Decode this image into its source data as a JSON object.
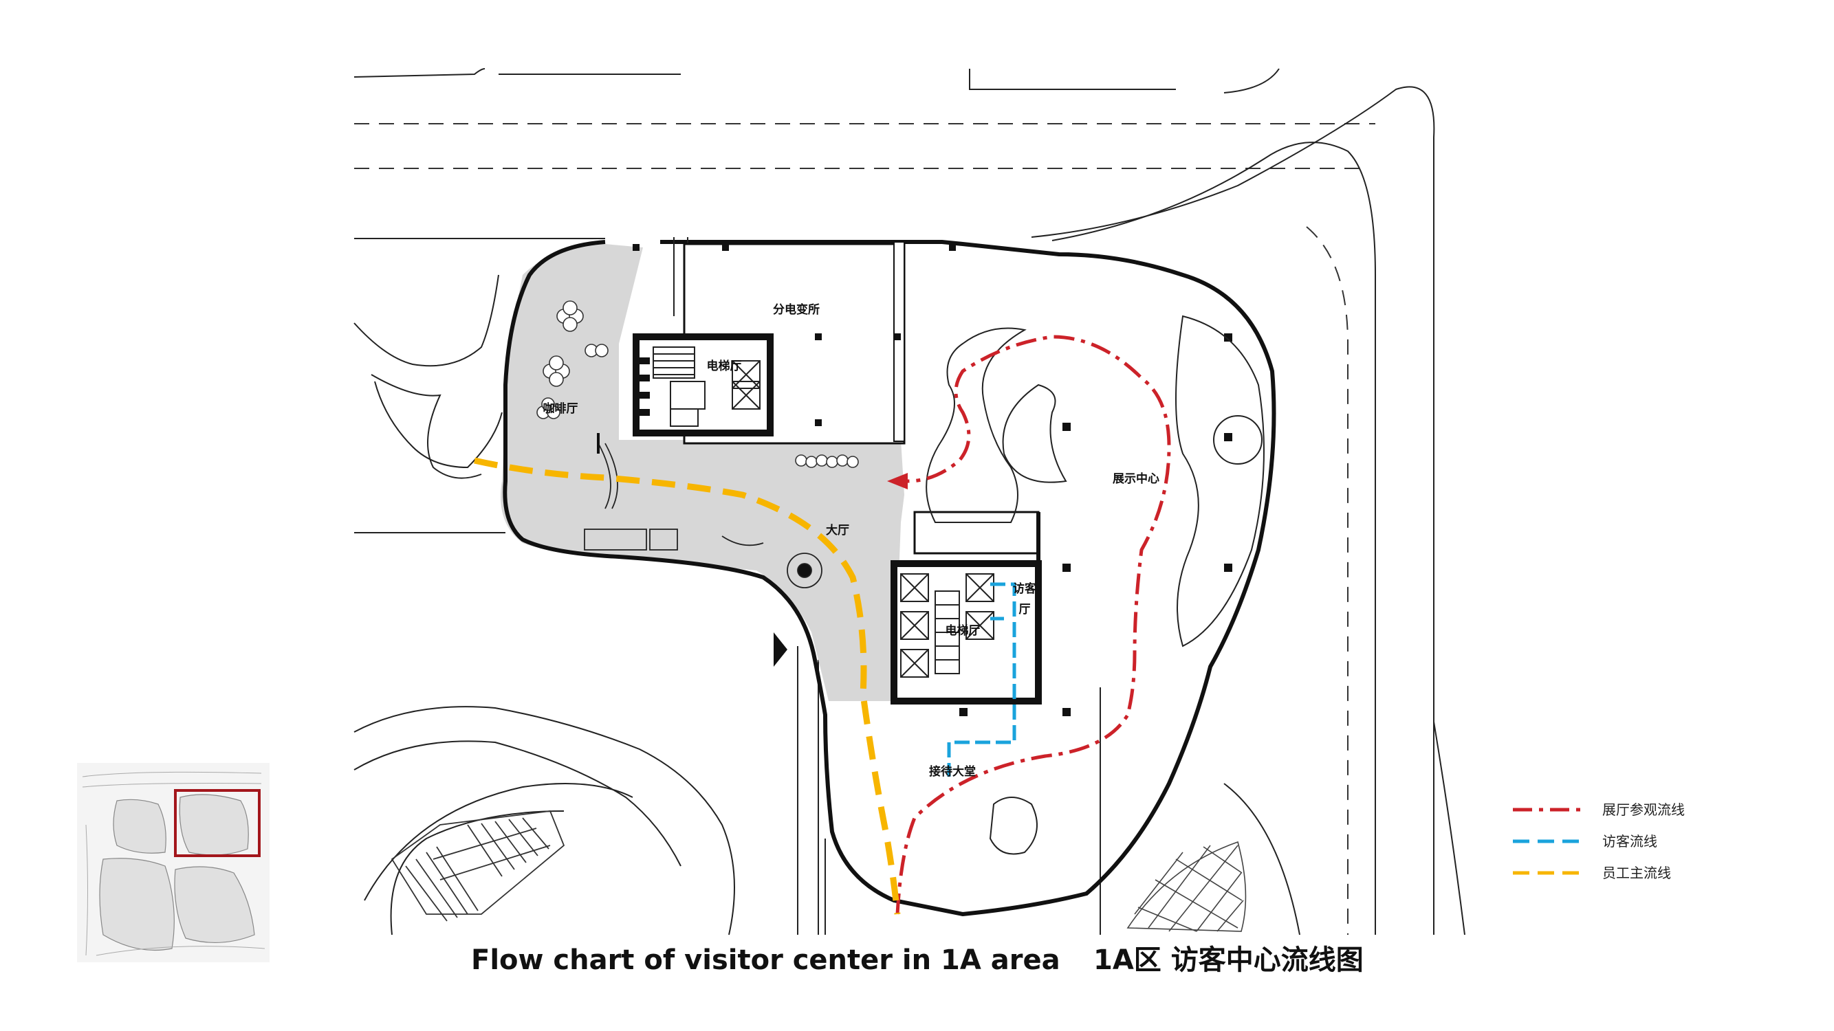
{
  "caption": {
    "english": "Flow chart of visitor center in 1A area",
    "chinese": "1A区 访客中心流线图"
  },
  "rooms": {
    "substation": "分电变所",
    "elevator_hall_north": "电梯厅",
    "cafe": "咖啡厅",
    "lobby": "大厅",
    "exhibition_center": "展示中心",
    "visitor_hall_line1": "访客",
    "visitor_hall_line2": "厅",
    "elevator_hall_south": "电梯厅",
    "reception_hall": "接待大堂"
  },
  "legend": [
    {
      "label": "展厅参观流线",
      "color": "#cc2229",
      "style": "dash-dot"
    },
    {
      "label": "访客流线",
      "color": "#1aa3dc",
      "style": "dashed"
    },
    {
      "label": "员工主流线",
      "color": "#f7b500",
      "style": "dashed"
    }
  ],
  "colors": {
    "exhibition_route": "#cc2229",
    "visitor_route": "#1aa3dc",
    "staff_route": "#f7b500",
    "public_area_fill": "#d7d7d7",
    "key_plan_frame": "#a3161c"
  },
  "icons": {
    "entrance_marker": "entrance-triangle-icon",
    "north_arrow": "direction-arrow-icon"
  }
}
